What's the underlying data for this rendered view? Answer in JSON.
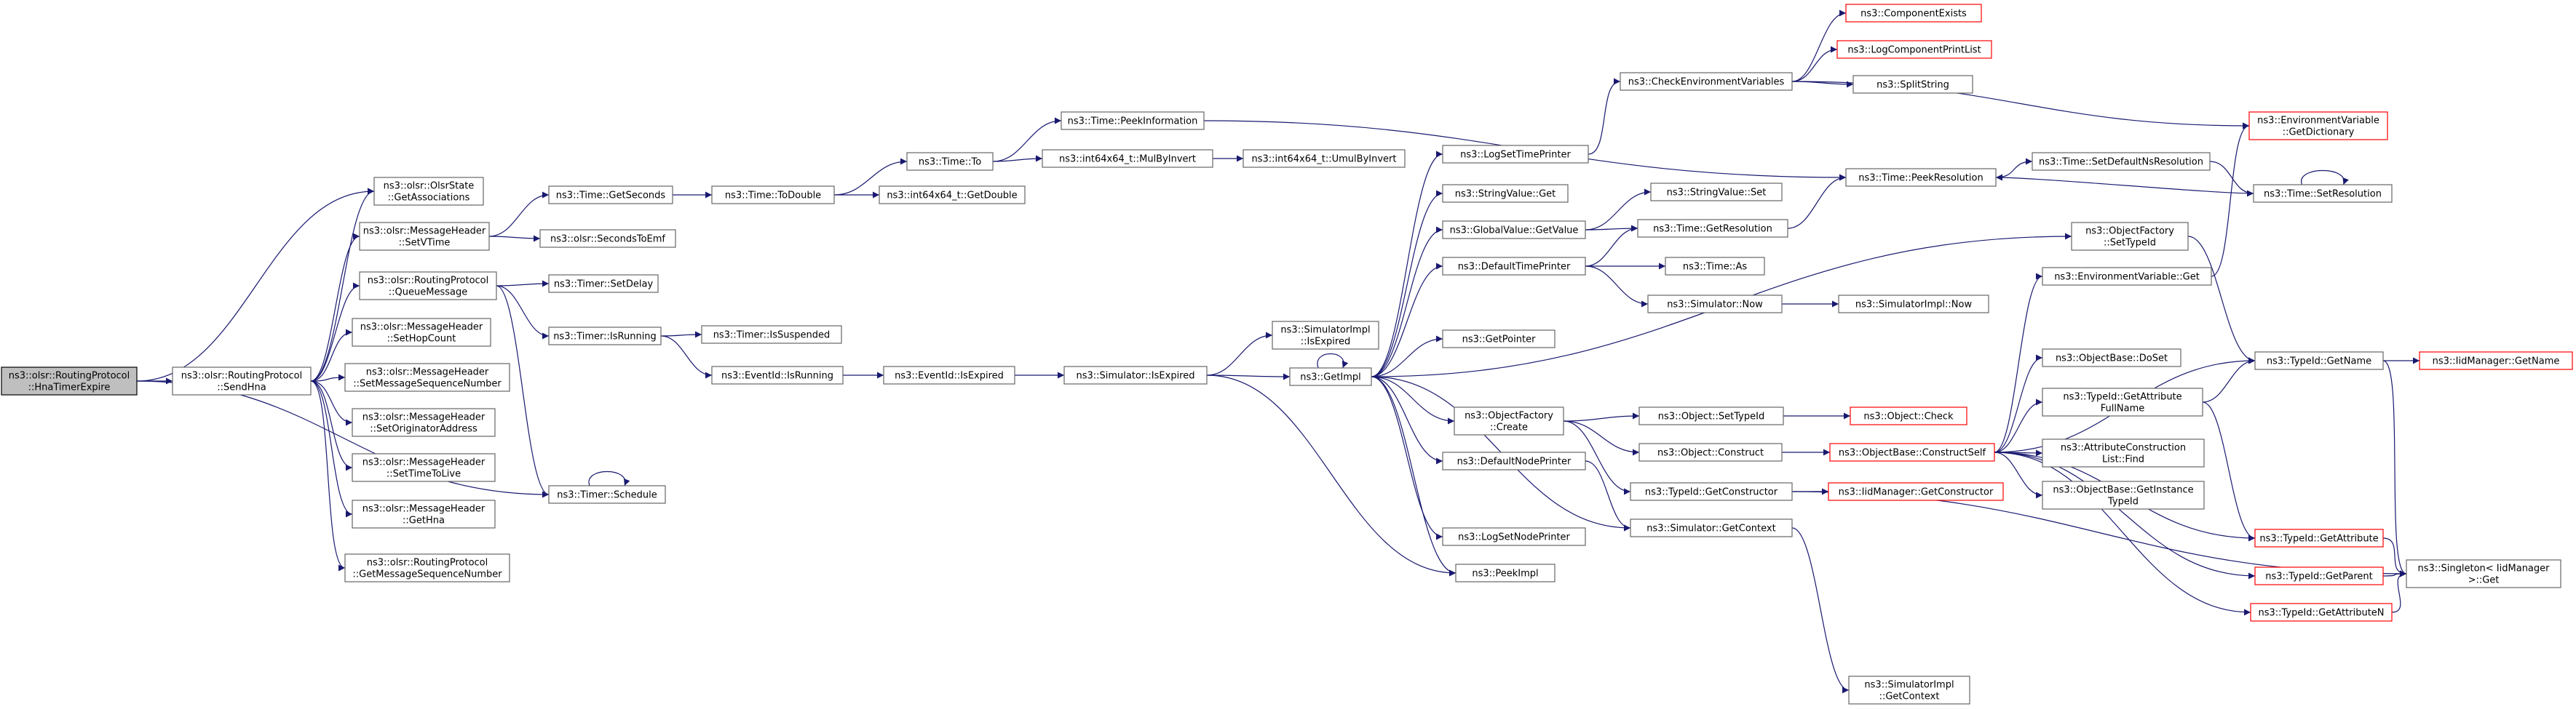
{
  "colors": {
    "edge": "#191970",
    "border": "#666666",
    "missing_border": "#ff0000",
    "root_fill": "#bfbfbf"
  },
  "nodes": [
    {
      "id": "root",
      "lines": [
        "ns3::olsr::RoutingProtocol",
        "::HnaTimerExpire"
      ],
      "root": true
    },
    {
      "id": "sendhna",
      "lines": [
        "ns3::olsr::RoutingProtocol",
        "::SendHna"
      ]
    },
    {
      "id": "getassoc",
      "lines": [
        "ns3::olsr::OlsrState",
        "::GetAssociations"
      ]
    },
    {
      "id": "setvtime",
      "lines": [
        "ns3::olsr::MessageHeader",
        "::SetVTime"
      ]
    },
    {
      "id": "queuemsg",
      "lines": [
        "ns3::olsr::RoutingProtocol",
        "::QueueMessage"
      ]
    },
    {
      "id": "sethop",
      "lines": [
        "ns3::olsr::MessageHeader",
        "::SetHopCount"
      ]
    },
    {
      "id": "setmsn",
      "lines": [
        "ns3::olsr::MessageHeader",
        "::SetMessageSequenceNumber"
      ]
    },
    {
      "id": "setorig",
      "lines": [
        "ns3::olsr::MessageHeader",
        "::SetOriginatorAddress"
      ]
    },
    {
      "id": "setttl",
      "lines": [
        "ns3::olsr::MessageHeader",
        "::SetTimeToLive"
      ]
    },
    {
      "id": "gethna",
      "lines": [
        "ns3::olsr::MessageHeader",
        "::GetHna"
      ]
    },
    {
      "id": "getmsn",
      "lines": [
        "ns3::olsr::RoutingProtocol",
        "::GetMessageSequenceNumber"
      ]
    },
    {
      "id": "getseconds",
      "lines": [
        "ns3::Time::GetSeconds"
      ]
    },
    {
      "id": "secstoemf",
      "lines": [
        "ns3::olsr::SecondsToEmf"
      ]
    },
    {
      "id": "setdelay",
      "lines": [
        "ns3::Timer::SetDelay"
      ]
    },
    {
      "id": "isrunning",
      "lines": [
        "ns3::Timer::IsRunning"
      ]
    },
    {
      "id": "schedule",
      "lines": [
        "ns3::Timer::Schedule"
      ]
    },
    {
      "id": "todouble",
      "lines": [
        "ns3::Time::ToDouble"
      ]
    },
    {
      "id": "issuspended",
      "lines": [
        "ns3::Timer::IsSuspended"
      ]
    },
    {
      "id": "eidrunning",
      "lines": [
        "ns3::EventId::IsRunning"
      ]
    },
    {
      "id": "timeto",
      "lines": [
        "ns3::Time::To"
      ]
    },
    {
      "id": "i64getdouble",
      "lines": [
        "ns3::int64x64_t::GetDouble"
      ]
    },
    {
      "id": "peekinfo",
      "lines": [
        "ns3::Time::PeekInformation"
      ]
    },
    {
      "id": "mulbyinv",
      "lines": [
        "ns3::int64x64_t::MulByInvert"
      ]
    },
    {
      "id": "umulbyinv",
      "lines": [
        "ns3::int64x64_t::UmulByInvert"
      ]
    },
    {
      "id": "eidexpired",
      "lines": [
        "ns3::EventId::IsExpired"
      ]
    },
    {
      "id": "simexpired",
      "lines": [
        "ns3::Simulator::IsExpired"
      ]
    },
    {
      "id": "simimplexpired",
      "lines": [
        "ns3::SimulatorImpl",
        "::IsExpired"
      ]
    },
    {
      "id": "getimpl",
      "lines": [
        "ns3::GetImpl"
      ]
    },
    {
      "id": "logsettime",
      "lines": [
        "ns3::LogSetTimePrinter"
      ]
    },
    {
      "id": "strget",
      "lines": [
        "ns3::StringValue::Get"
      ]
    },
    {
      "id": "globalget",
      "lines": [
        "ns3::GlobalValue::GetValue"
      ]
    },
    {
      "id": "deftimeprinter",
      "lines": [
        "ns3::DefaultTimePrinter"
      ]
    },
    {
      "id": "getpointer",
      "lines": [
        "ns3::GetPointer"
      ]
    },
    {
      "id": "objfactcreate",
      "lines": [
        "ns3::ObjectFactory",
        "::Create"
      ]
    },
    {
      "id": "defnodeprinter",
      "lines": [
        "ns3::DefaultNodePrinter"
      ]
    },
    {
      "id": "logsetnode",
      "lines": [
        "ns3::LogSetNodePrinter"
      ]
    },
    {
      "id": "peekimpl",
      "lines": [
        "ns3::PeekImpl"
      ]
    },
    {
      "id": "checkenv",
      "lines": [
        "ns3::CheckEnvironmentVariables"
      ]
    },
    {
      "id": "compexists",
      "lines": [
        "ns3::ComponentExists"
      ],
      "red": true
    },
    {
      "id": "logcompprint",
      "lines": [
        "ns3::LogComponentPrintList"
      ],
      "red": true
    },
    {
      "id": "splitstring",
      "lines": [
        "ns3::SplitString"
      ]
    },
    {
      "id": "strset",
      "lines": [
        "ns3::StringValue::Set"
      ]
    },
    {
      "id": "timegetres",
      "lines": [
        "ns3::Time::GetResolution"
      ]
    },
    {
      "id": "timeas",
      "lines": [
        "ns3::Time::As"
      ]
    },
    {
      "id": "simnow",
      "lines": [
        "ns3::Simulator::Now"
      ]
    },
    {
      "id": "simimplnow",
      "lines": [
        "ns3::SimulatorImpl::Now"
      ]
    },
    {
      "id": "peekres",
      "lines": [
        "ns3::Time::PeekResolution"
      ]
    },
    {
      "id": "setdefns",
      "lines": [
        "ns3::Time::SetDefaultNsResolution"
      ]
    },
    {
      "id": "setres",
      "lines": [
        "ns3::Time::SetResolution"
      ]
    },
    {
      "id": "envgetdict",
      "lines": [
        "ns3::EnvironmentVariable",
        "::GetDictionary"
      ],
      "red": true
    },
    {
      "id": "objfactsettid",
      "lines": [
        "ns3::ObjectFactory",
        "::SetTypeId"
      ]
    },
    {
      "id": "envget",
      "lines": [
        "ns3::EnvironmentVariable::Get"
      ]
    },
    {
      "id": "objsettid",
      "lines": [
        "ns3::Object::SetTypeId"
      ]
    },
    {
      "id": "objcheck",
      "lines": [
        "ns3::Object::Check"
      ],
      "red": true
    },
    {
      "id": "objconstruct",
      "lines": [
        "ns3::Object::Construct"
      ]
    },
    {
      "id": "obconstructself",
      "lines": [
        "ns3::ObjectBase::ConstructSelf"
      ],
      "red": true
    },
    {
      "id": "tidgetctor",
      "lines": [
        "ns3::TypeId::GetConstructor"
      ]
    },
    {
      "id": "iidgetctor",
      "lines": [
        "ns3::IidManager::GetConstructor"
      ],
      "red": true
    },
    {
      "id": "simgetctx",
      "lines": [
        "ns3::Simulator::GetContext"
      ]
    },
    {
      "id": "simimplgetctx",
      "lines": [
        "ns3::SimulatorImpl",
        "::GetContext"
      ]
    },
    {
      "id": "obdoset",
      "lines": [
        "ns3::ObjectBase::DoSet"
      ]
    },
    {
      "id": "tidattrfull",
      "lines": [
        "ns3::TypeId::GetAttribute",
        "FullName"
      ]
    },
    {
      "id": "attrctorfind",
      "lines": [
        "ns3::AttributeConstruction",
        "List::Find"
      ]
    },
    {
      "id": "obgetinst",
      "lines": [
        "ns3::ObjectBase::GetInstance",
        "TypeId"
      ]
    },
    {
      "id": "tidgetname",
      "lines": [
        "ns3::TypeId::GetName"
      ]
    },
    {
      "id": "iidgetname",
      "lines": [
        "ns3::IidManager::GetName"
      ],
      "red": true
    },
    {
      "id": "tidgetattr",
      "lines": [
        "ns3::TypeId::GetAttribute"
      ],
      "red": true
    },
    {
      "id": "tidgetparent",
      "lines": [
        "ns3::TypeId::GetParent"
      ],
      "red": true
    },
    {
      "id": "tidgetattrn",
      "lines": [
        "ns3::TypeId::GetAttributeN"
      ],
      "red": true
    },
    {
      "id": "singleton",
      "lines": [
        "ns3::Singleton< IidManager",
        ">::Get"
      ]
    }
  ]
}
